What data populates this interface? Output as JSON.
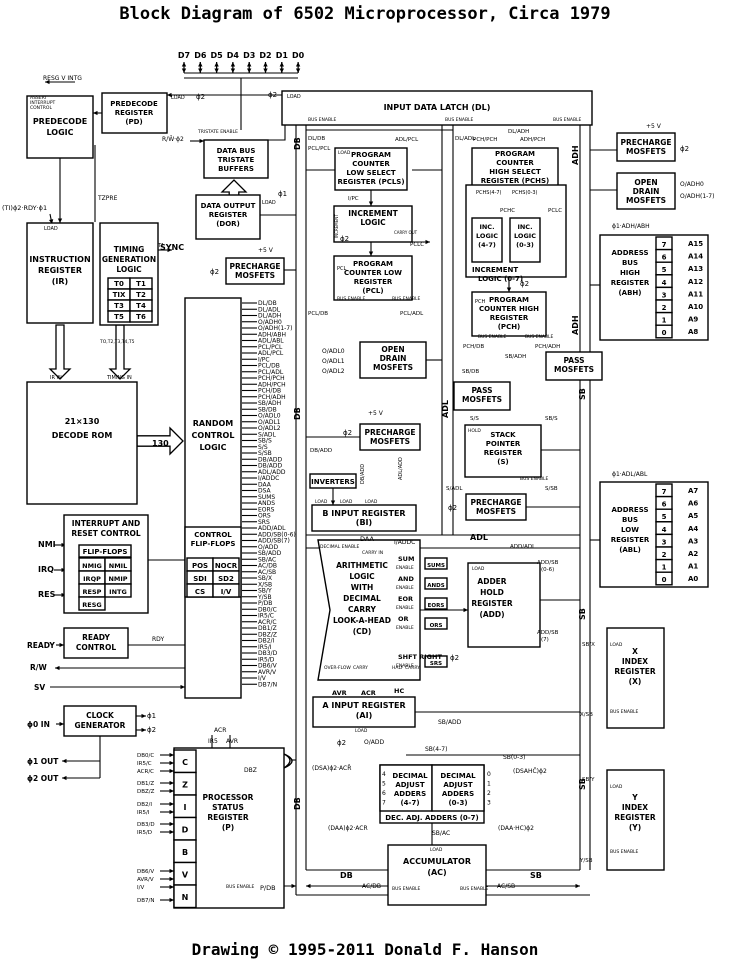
{
  "title": "Block Diagram of 6502 Microprocessor, Circa 1979",
  "footer": "Drawing © 1995-2011 Donald F. Hanson",
  "data_pins": [
    "D7",
    "D6",
    "D5",
    "D4",
    "D3",
    "D2",
    "D1",
    "D0"
  ],
  "blocks": {
    "predecode_register": [
      "PREDECODE",
      "REGISTER",
      "(PD)"
    ],
    "predecode_logic": [
      "PREDECODE",
      "LOGIC"
    ],
    "input_data_latch": [
      "INPUT DATA LATCH (DL)"
    ],
    "data_bus_tristate": [
      "DATA BUS",
      "TRISTATE",
      "BUFFERS"
    ],
    "data_output_register": [
      "DATA OUTPUT",
      "REGISTER",
      "(DOR)"
    ],
    "instruction_register": [
      "INSTRUCTION",
      "REGISTER",
      "(IR)"
    ],
    "timing_generation": [
      "TIMING",
      "GENERATION",
      "LOGIC"
    ],
    "precharge_mosfets_1": [
      "PRECHARGE",
      "MOSFETS"
    ],
    "decode_rom": [
      "21×130",
      "DECODE ROM"
    ],
    "random_control_logic": [
      "RANDOM",
      "CONTROL",
      "LOGIC"
    ],
    "pc_low_select": [
      "PROGRAM",
      "COUNTER",
      "LOW SELECT",
      "REGISTER (PCLS)"
    ],
    "increment_logic": [
      "INCREMENT",
      "LOGIC"
    ],
    "pc_low": [
      "PROGRAM",
      "COUNTER LOW",
      "REGISTER",
      "(PCL)"
    ],
    "pc_high_select": [
      "PROGRAM",
      "COUNTER",
      "HIGH SELECT",
      "REGISTER (PCHS)"
    ],
    "inc_logic_47": [
      "INC.",
      "LOGIC",
      "(4-7)"
    ],
    "inc_logic_03": [
      "INC.",
      "LOGIC",
      "(0-3)"
    ],
    "increment_logic_07": [
      "INCREMENT",
      "LOGIC (0-7)"
    ],
    "pc_high": [
      "PROGRAM",
      "COUNTER HIGH",
      "REGISTER",
      "(PCH)"
    ],
    "precharge_mosfets_top": [
      "PRECHARGE",
      "MOSFETS"
    ],
    "open_drain_top": [
      "OPEN",
      "DRAIN",
      "MOSFETS"
    ],
    "address_bus_high": [
      "ADDRESS",
      "BUS",
      "HIGH",
      "REGISTER",
      "(ABH)"
    ],
    "open_drain_mid": [
      "OPEN",
      "DRAIN",
      "MOSFETS"
    ],
    "pass_mosfets_right": [
      "PASS",
      "MOSFETS"
    ],
    "pass_mosfets_mid": [
      "PASS",
      "MOSFETS"
    ],
    "precharge_mosfets_2": [
      "PRECHARGE",
      "MOSFETS"
    ],
    "stack_pointer": [
      "STACK",
      "POINTER",
      "REGISTER",
      "(S)"
    ],
    "precharge_mosfets_3": [
      "PRECHARGE",
      "MOSFETS"
    ],
    "address_bus_low": [
      "ADDRESS",
      "BUS",
      "LOW",
      "REGISTER",
      "(ABL)"
    ],
    "inverters": [
      "INVERTERS"
    ],
    "b_input": [
      "B INPUT REGISTER",
      "(BI)"
    ],
    "alu": [
      "ARITHMETIC",
      "LOGIC",
      "WITH",
      "DECIMAL",
      "CARRY",
      "LOOK-A-HEAD",
      "(CD)"
    ],
    "adder_hold": [
      "ADDER",
      "HOLD",
      "REGISTER",
      "(ADD)"
    ],
    "interrupt_reset": [
      "INTERRUPT AND",
      "RESET CONTROL"
    ],
    "ready_control": [
      "READY",
      "CONTROL"
    ],
    "clock_generator": [
      "CLOCK",
      "GENERATOR"
    ],
    "x_index": [
      "X",
      "INDEX",
      "REGISTER",
      "(X)"
    ],
    "y_index": [
      "Y",
      "INDEX",
      "REGISTER",
      "(Y)"
    ],
    "a_input": [
      "A INPUT REGISTER",
      "(AI)"
    ],
    "decimal_adjust_47": [
      "DECIMAL",
      "ADJUST",
      "ADDERS",
      "(4-7)"
    ],
    "decimal_adjust_03": [
      "DECIMAL",
      "ADJUST",
      "ADDERS",
      "(0-3)"
    ],
    "dec_adj_adders": [
      "DEC. ADJ. ADDERS (0-7)"
    ],
    "processor_status": [
      "PROCESSOR",
      "STATUS",
      "REGISTER",
      "(P)"
    ],
    "accumulator": [
      "ACCUMULATOR",
      "(AC)"
    ],
    "control_flip_flops": [
      "CONTROL",
      "FLIP-FLOPS"
    ]
  },
  "timing_cells": [
    "T0",
    "T1",
    "TIX",
    "T2",
    "T3",
    "T4",
    "T5",
    "T6"
  ],
  "control_ff_cells": [
    "POS",
    "NOCR",
    "SDI",
    "SD2",
    "CS",
    "I/V"
  ],
  "interrupt_ff": [
    "FLIP-FLOPS",
    "NMIG",
    "NMIL",
    "IRQP",
    "NMIP",
    "RESP",
    "INTG",
    "RESG"
  ],
  "alu_ops": [
    "SUMS",
    "ANDS",
    "EORS",
    "ORS",
    "SRS"
  ],
  "alu_labels": [
    "SUM",
    "AND",
    "EOR",
    "OR",
    "SHFT RIGHT"
  ],
  "status_flags": [
    "C",
    "Z",
    "I",
    "D",
    "B",
    "V",
    "N"
  ],
  "abh_outputs": [
    "A15",
    "A14",
    "A13",
    "A12",
    "A11",
    "A10",
    "A9",
    "A8"
  ],
  "abh_bits": [
    "7",
    "6",
    "5",
    "4",
    "3",
    "2",
    "1",
    "0"
  ],
  "abl_outputs": [
    "A7",
    "A6",
    "A5",
    "A4",
    "A3",
    "A2",
    "A1",
    "A0"
  ],
  "control_signals": [
    "DL/DB",
    "DL/ADL",
    "DL/ADH",
    "O/ADH0",
    "O/ADH(1-7)",
    "ADH/ABH",
    "ADL/ABL",
    "PCL/PCL",
    "ADL/PCL",
    "I/PC",
    "PCL/DB",
    "PCL/ADL",
    "PCH/PCH",
    "ADH/PCH",
    "PCH/DB",
    "PCH/ADH",
    "SB/ADH",
    "SB/DB",
    "O/ADL0",
    "O/ADL1",
    "O/ADL2",
    "S/ADL",
    "SB/S",
    "S/S",
    "S/SB",
    "DB/ADD",
    "DB/ADD",
    "ADL/ADD",
    "I/ADDC",
    "DAA",
    "DSA",
    "SUMS",
    "ANDS",
    "EORS",
    "ORS",
    "SRS",
    "ADD/ADL",
    "ADD/SB(0-6)",
    "ADD/SB(7)",
    "O/ADD",
    "SB/ADD",
    "SB/AC",
    "AC/DB",
    "AC/SB",
    "SB/X",
    "X/SB",
    "SB/Y",
    "Y/SB",
    "P/DB",
    "DB0/C",
    "IR5/C",
    "ACR/C",
    "DB1/Z",
    "DBZ/Z",
    "DB2/I",
    "IR5/I",
    "DB3/D",
    "IR5/D",
    "DB6/V",
    "AVR/V",
    "I/V",
    "DB7/N"
  ],
  "labels": {
    "resg_v_intg": "RESG V INTG",
    "assert_interrupt": [
      "ASSERT",
      "INTERRUPT",
      "CONTROL"
    ],
    "ti_rdy": "(TI)ϕ2·RDY·ϕ1",
    "tzpre": "TZPRE",
    "sync": "SYNC",
    "rw_bar": "R/W̄·ϕ2",
    "tristate_enable": "TRISTATE ENABLE",
    "ir_in": "IR IN",
    "timing_in": "TIMING IN",
    "t_lines": "TO,T2,T3,T4,T5",
    "rom_130": "130",
    "nmi": "NMI",
    "irq": "IRQ",
    "res": "RES",
    "ready": "READY",
    "rdy": "RDY",
    "rw": "R/W",
    "sv": "SV",
    "phi0_in": "ϕ0 IN",
    "phi1_out": "ϕ1 OUT",
    "phi2_out": "ϕ2 OUT",
    "phi1": "ϕ1",
    "phi2": "ϕ2",
    "plus5v": "+5 V",
    "db": "DB",
    "adl": "ADL",
    "adh": "ADH",
    "sb": "SB",
    "load": "LOAD",
    "bus_enable": "BUS ENABLE",
    "pchs_47": "PCHS(4-7)",
    "pchs_03": "PCHS(0-3)",
    "pchc": "PCHC",
    "pclc": "PCLC",
    "increment": "INCREMENT",
    "carry_out": "CARRY OUT",
    "pcl": "PCL",
    "pch": "PCH",
    "o_adh0": "O/ADH0",
    "o_adh17": "O/ADH(1-7)",
    "phi1_adh_abh": "ϕ1·ADH/ABH",
    "phi1_adl_abl": "ϕ1·ADL/ABL",
    "hold": "HOLD",
    "i_addc": "I/ADDC",
    "daa": "DAA",
    "decimal_enable": "DECIMAL ENABLE",
    "carry_in": "CARRY IN",
    "enable": "ENABLE",
    "over_flow": "OVER-FLOW",
    "carry": "CARRY",
    "half_carry": "HALF CARRY",
    "avr": "AVR",
    "acr": "ACR",
    "hc": "HC",
    "o_add": "O/ADD",
    "sb_add": "SB/ADD",
    "sb_47": "SB(4-7)",
    "sb_03": "SB(0-3)",
    "dsa_phi2_acr": "(DSA)ϕ2·ACR̄",
    "dsa_hc": "(DSAHC̄)ϕ2",
    "daa_phi2_acr": "(DAA)ϕ2·ACR",
    "daa_hc": "(DAA·HC)ϕ2",
    "sb_ac": "SB/AC",
    "ac_db": "AC/DB",
    "ac_sb": "AC/SB",
    "p_db": "P/DB",
    "dbz": "DBZ",
    "ir5": "IR5",
    "bit_nums_left": [
      "4",
      "5",
      "6",
      "7"
    ],
    "bit_nums_right": [
      "0",
      "1",
      "2",
      "3"
    ]
  }
}
